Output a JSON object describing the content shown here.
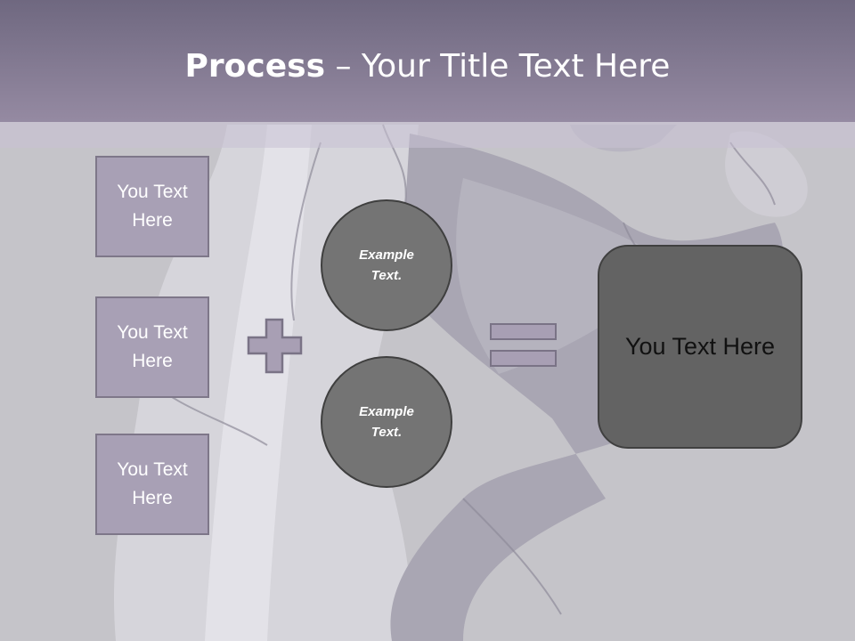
{
  "slide": {
    "title_bold": "Process",
    "title_rest": " – Your Title Text Here"
  },
  "left_boxes": [
    {
      "label": "You Text\nHere"
    },
    {
      "label": "You Text\nHere"
    },
    {
      "label": "You Text\nHere"
    }
  ],
  "circles": [
    {
      "label": "Example\nText."
    },
    {
      "label": "Example\nText."
    }
  ],
  "result_box": {
    "label": "You Text Here"
  },
  "colors": {
    "title_bar": "#958aa2",
    "box_fill": "#a8a0b5",
    "circle_fill": "#747474",
    "result_fill": "#636363"
  }
}
